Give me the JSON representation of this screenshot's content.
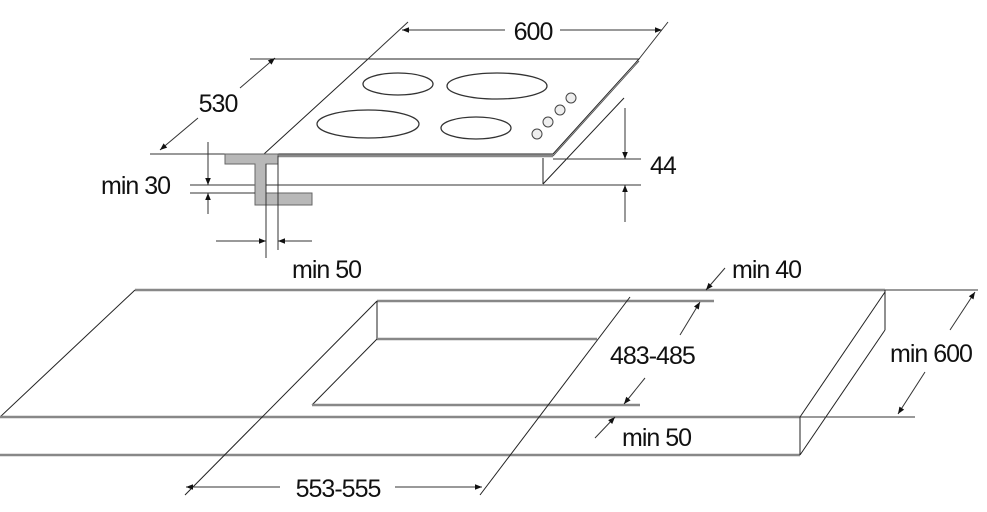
{
  "hob": {
    "width_label": "600",
    "depth_label": "530",
    "height_label": "44",
    "burner_count": 4,
    "knob_count": 4
  },
  "bracket": {
    "vertical_clearance_label": "min 30",
    "horizontal_clearance_label": "min 50"
  },
  "countertop": {
    "cutout_width_label": "553-555",
    "cutout_depth_label": "483-485",
    "back_clearance_label": "min 40",
    "front_clearance_label": "min 50",
    "depth_label": "min 600"
  }
}
